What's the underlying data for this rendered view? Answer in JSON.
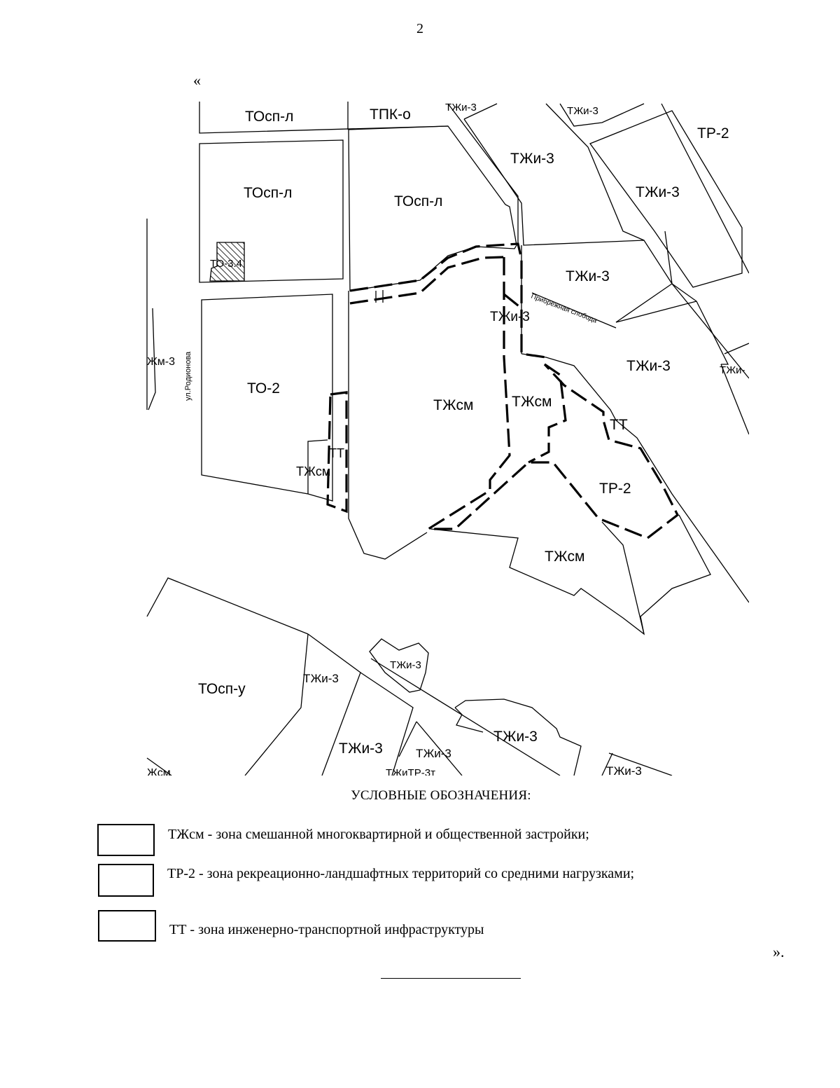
{
  "page_number": "2",
  "quote_open": "«",
  "quote_close": "».",
  "map": {
    "street_labels": {
      "rodionova": "ул.Родионова",
      "naberezhnaya": "Прибрежная слобода"
    },
    "zones": [
      {
        "id": "tosp-l-top",
        "label": "ТОсп-л"
      },
      {
        "id": "tpk-o",
        "label": "ТПК-о"
      },
      {
        "id": "tzhi3-top-edge",
        "label": "ТЖи-3"
      },
      {
        "id": "tzhi3-top-right-edge",
        "label": "ТЖи-3"
      },
      {
        "id": "tr2-top",
        "label": "ТР-2"
      },
      {
        "id": "tzhi3-a",
        "label": "ТЖи-3"
      },
      {
        "id": "tzhi3-b",
        "label": "ТЖи-3"
      },
      {
        "id": "tosp-l-left",
        "label": "ТОсп-л"
      },
      {
        "id": "tosp-l-center",
        "label": "ТОсп-л"
      },
      {
        "id": "to-3-4",
        "label": "ТО-3.4"
      },
      {
        "id": "tzhi3-c",
        "label": "ТЖи-3"
      },
      {
        "id": "tzhi3-d",
        "label": "ТЖи-3"
      },
      {
        "id": "tzhm3-edge",
        "label": "Жм-3"
      },
      {
        "id": "tzhi3-e",
        "label": "ТЖи-3"
      },
      {
        "id": "tzhi-right-edge",
        "label": "ТЖи-"
      },
      {
        "id": "to-2",
        "label": "ТО-2"
      },
      {
        "id": "tzhsm-main",
        "label": "ТЖсм"
      },
      {
        "id": "tzhsm-strip",
        "label": "ТЖсм"
      },
      {
        "id": "tt-right",
        "label": "ТТ"
      },
      {
        "id": "tt-left",
        "label": "ТТ"
      },
      {
        "id": "tzhsm-left",
        "label": "ТЖсм"
      },
      {
        "id": "tr2-center",
        "label": "ТР-2"
      },
      {
        "id": "tzhsm-bottom",
        "label": "ТЖсм"
      },
      {
        "id": "tzhi3-f",
        "label": "ТЖи-3"
      },
      {
        "id": "tosp-u",
        "label": "ТОсп-у"
      },
      {
        "id": "tzhi3-g",
        "label": "ТЖи-3"
      },
      {
        "id": "tzhi3-h",
        "label": "ТЖи-3"
      },
      {
        "id": "tzhi3-i",
        "label": "ТЖи-3"
      },
      {
        "id": "tzhi3-j",
        "label": "ТЖи-3"
      },
      {
        "id": "tzhsm-bottom-edge",
        "label": "Жсм"
      },
      {
        "id": "tzhi3-bottom-right-edge",
        "label": "ТЖи-3"
      },
      {
        "id": "tzhi-tr-bottom-edge",
        "label": "ТЖиТР-3т"
      }
    ]
  },
  "legend": {
    "title": "УСЛОВНЫЕ ОБОЗНАЧЕНИЯ:",
    "items": [
      {
        "text": "ТЖсм - зона смешанной многоквартирной и общественной застройки;"
      },
      {
        "text": "ТР-2 - зона рекреационно-ландшафтных территорий со средними нагрузками;"
      },
      {
        "text": "ТТ - зона инженерно-транспортной инфраструктуры"
      }
    ]
  }
}
